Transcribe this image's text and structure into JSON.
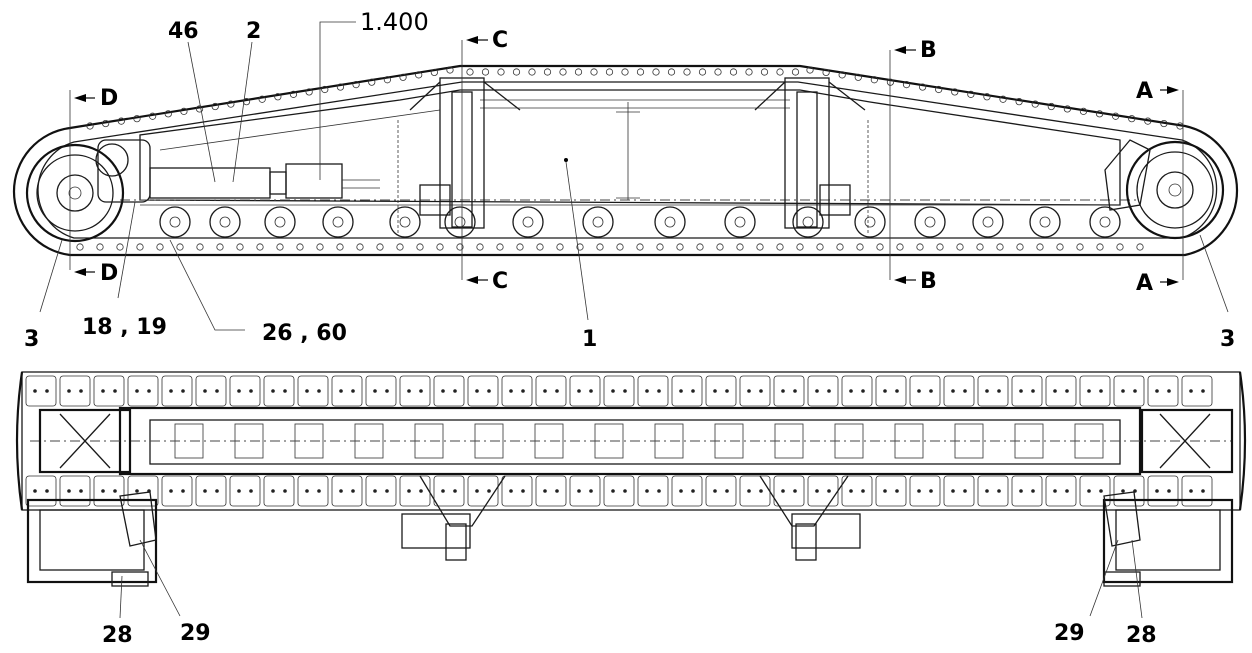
{
  "side_view": {
    "callouts": {
      "c46": "46",
      "c2": "2",
      "c1400": "1.400",
      "c3_left": "3",
      "c18_19": "18 , 19",
      "c26_60": "26 , 60",
      "c1": "1",
      "c3_right": "3"
    },
    "sections": {
      "d_top": "D",
      "d_bottom": "D",
      "c_top": "C",
      "c_bottom": "C",
      "b_top": "B",
      "b_bottom": "B",
      "a_top": "A",
      "a_bottom": "A"
    }
  },
  "plan_view": {
    "callouts": {
      "c28_left": "28",
      "c29_left": "29",
      "c29_right": "29",
      "c28_right": "28"
    }
  }
}
